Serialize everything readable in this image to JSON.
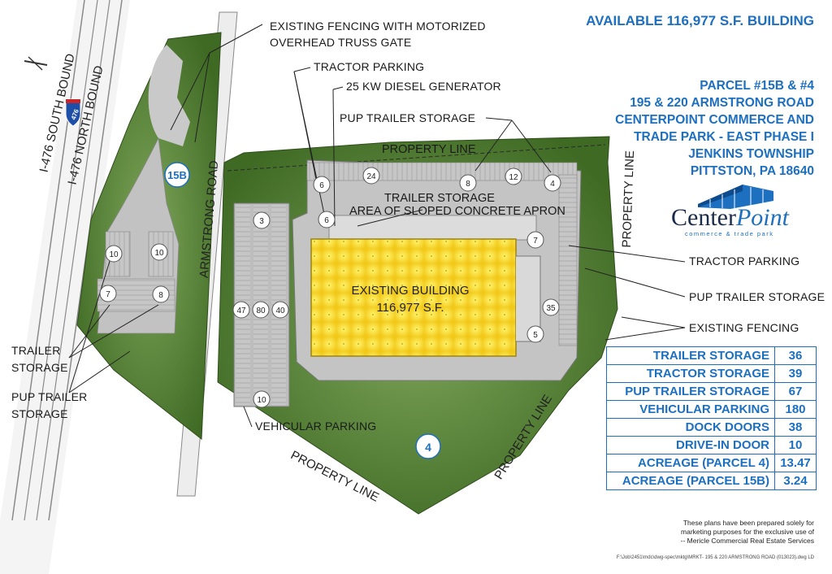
{
  "header": {
    "headline": "AVAILABLE 116,977 S.F. BUILDING"
  },
  "address": {
    "line1": "PARCEL #15B & #4",
    "line2": "195 & 220 ARMSTRONG ROAD",
    "line3": "CENTERPOINT COMMERCE AND",
    "line4": "TRADE PARK - EAST PHASE I",
    "line5": "JENKINS TOWNSHIP",
    "line6": "PITTSTON, PA 18640"
  },
  "logo": {
    "word_main": "Center",
    "word_accent": "Point",
    "tagline": "commerce & trade park"
  },
  "callouts": {
    "fence_gate_1": "EXISTING FENCING WITH MOTORIZED",
    "fence_gate_2": "OVERHEAD TRUSS GATE",
    "tractor_parking_top": "TRACTOR PARKING",
    "generator": "25 KW DIESEL GENERATOR",
    "pup_storage_top": "PUP TRAILER STORAGE",
    "property_line_top": "PROPERTY LINE",
    "trailer_storage": "TRAILER STORAGE",
    "sloped_apron": "AREA OF SLOPED CONCRETE APRON",
    "building_name": "EXISTING BUILDING",
    "building_area": "116,977 S.F.",
    "tractor_parking_right": "TRACTOR PARKING",
    "pup_storage_right": "PUP TRAILER STORAGE",
    "existing_fencing": "EXISTING FENCING",
    "trailer_storage_left_1": "TRAILER",
    "trailer_storage_left_2": "STORAGE",
    "pup_storage_left_1": "PUP TRAILER",
    "pup_storage_left_2": "STORAGE",
    "vehicular_parking": "VEHICULAR PARKING",
    "property_line_bottom": "PROPERTY LINE",
    "property_line_right": "PROPERTY LINE",
    "property_line_diag": "PROPERTY LINE",
    "armstrong_road": "ARMSTRONG ROAD",
    "i476_south": "I-476 SOUTH BOUND",
    "i476_north": "I-476 NORTH BOUND",
    "shield_number": "476",
    "parcel_15b": "15B",
    "parcel_4": "4"
  },
  "counts": {
    "lot_10a": "10",
    "lot_10b": "10",
    "lot_7": "7",
    "lot_8": "8",
    "top_6a": "6",
    "top_24": "24",
    "top_8": "8",
    "top_12": "12",
    "top_4": "4",
    "top_6b": "6",
    "lot_3": "3",
    "right_7": "7",
    "right_35": "35",
    "right_5": "5",
    "park_47": "47",
    "park_80": "80",
    "park_40": "40",
    "park_10": "10"
  },
  "stats": [
    {
      "label": "TRAILER STORAGE",
      "value": "36"
    },
    {
      "label": "TRACTOR STORAGE",
      "value": "39"
    },
    {
      "label": "PUP TRAILER STORAGE",
      "value": "67"
    },
    {
      "label": "VEHICULAR PARKING",
      "value": "180"
    },
    {
      "label": "DOCK DOORS",
      "value": "38"
    },
    {
      "label": "DRIVE-IN DOOR",
      "value": "10"
    },
    {
      "label": "ACREAGE (PARCEL 4)",
      "value": "13.47"
    },
    {
      "label": "ACREAGE (PARCEL 15B)",
      "value": "3.24"
    }
  ],
  "disclaimer": {
    "line1": "These plans have been prepared solely for",
    "line2": "marketing purposes for the exclusive use of",
    "line3": "-- Mericle Commercial Real Estate Services"
  },
  "file_path": "F:\\Job\\2451\\mdc\\dwg-spec\\mktg\\MRKT- 195 & 220 ARMSTRONG ROAD (013023).dwg    LD",
  "colors": {
    "accent": "#1d6fbf",
    "grass": "#4f7a2e",
    "building": "#f7dc2b",
    "paving": "#c4c4c4"
  }
}
